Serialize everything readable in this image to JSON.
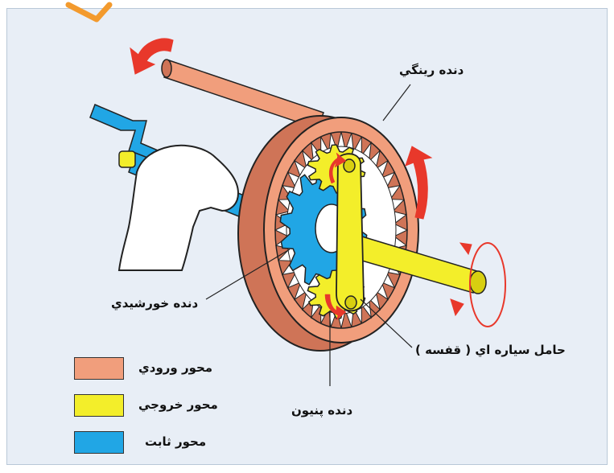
{
  "colors": {
    "panel_bg": "#e8eef6",
    "input": "#f19e7c",
    "input_dark": "#cf7457",
    "output": "#f3ee2a",
    "output_dark": "#d8cf10",
    "fixed": "#21a6e5",
    "fixed_dark": "#1779b5",
    "arrow_red": "#e8382b",
    "outline": "#222222",
    "hand": "#ffffff",
    "watermark": "#f39a2d"
  },
  "labels": {
    "ring_gear": "دنده رينگي",
    "sun_gear": "دنده خورشيدي",
    "planet_carrier": "حامل سياره اي ( قفسه )",
    "pinion_gear": "دنده پنيون"
  },
  "legend": [
    {
      "label": "محور ورودي",
      "color_key": "input"
    },
    {
      "label": "محور خروجي",
      "color_key": "output"
    },
    {
      "label": "محور ثابت",
      "color_key": "fixed"
    }
  ],
  "icons": {
    "hand": "hand-holding-shaft-icon",
    "rotation_arrow": "curved-arrow-icon"
  }
}
